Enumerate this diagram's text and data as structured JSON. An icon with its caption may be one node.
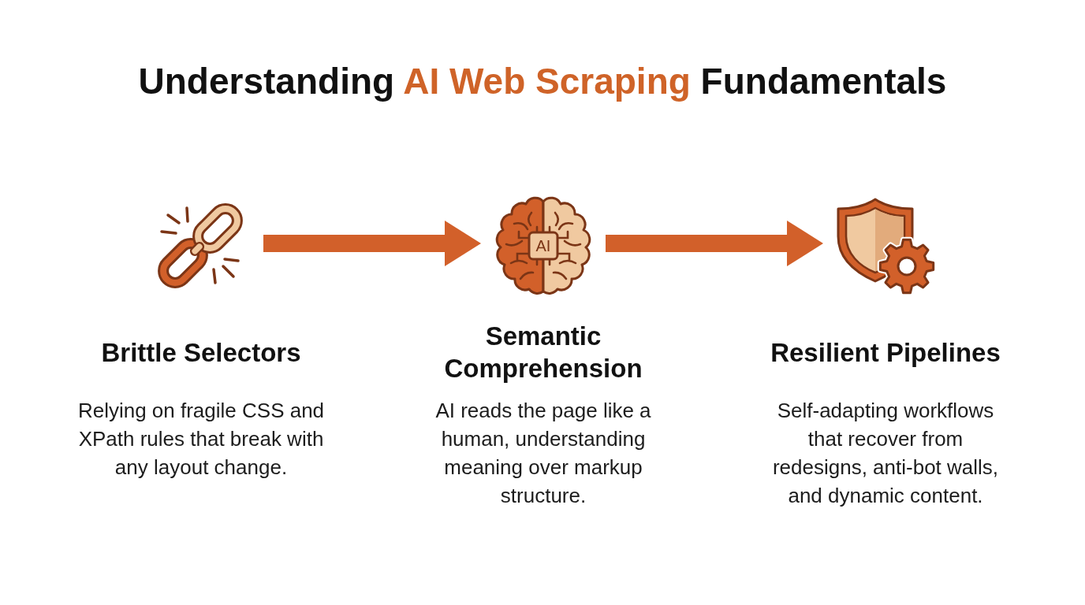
{
  "diagram": {
    "title": "Understanding **AI Web Scraping** Fundamentals",
    "nodes": [
      {
        "text": [],
        "shape": "picture",
        "beside": [
          "Brittle Selectors",
          "Relying on fragile CSS and XPath rules that break with any layout change."
        ]
      },
      {
        "text": [
          "AI"
        ],
        "beside": [
          "Semantic Comprehension",
          "AI reads the page like a human, understanding meaning over markup structure."
        ]
      },
      {
        "text": [],
        "shape": "picture",
        "beside": [
          "Resilient Pipelines",
          "Self-adapting workflows that recover from redesigns, anti-bot walls, and dynamic content."
        ]
      }
    ],
    "edges": [
      {
        "from": 0,
        "to": 1,
        "arrow": "to"
      },
      {
        "from": 1,
        "to": 2,
        "arrow": "to"
      }
    ]
  }
}
